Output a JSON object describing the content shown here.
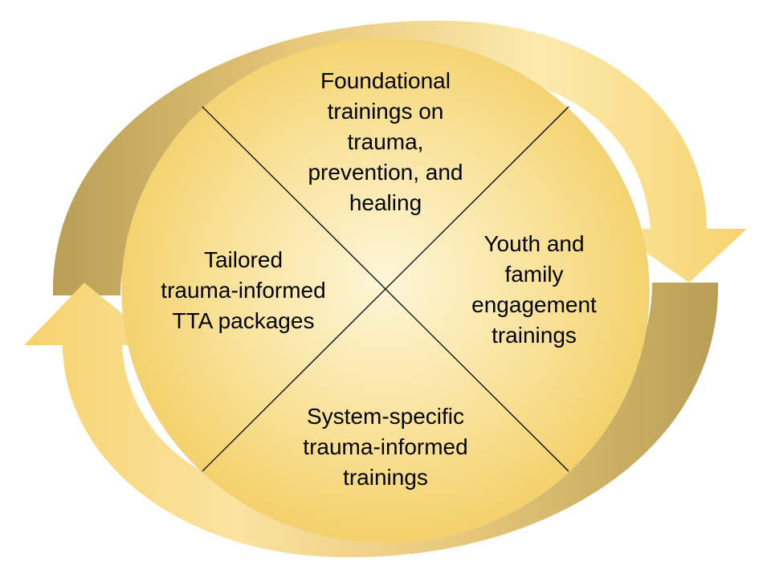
{
  "colors": {
    "circle_center": "#FEF2C7",
    "circle_edge": "#F5D26A",
    "arrow_light": "#FBE08C",
    "arrow_dark": "#BFA45A",
    "divider_line": "#000000",
    "text": "#000000"
  },
  "diagram": {
    "segments": {
      "top": "Foundational\ntrainings on\ntrauma,\nprevention, and\nhealing",
      "right": "Youth and\nfamily\nengagement\ntrainings",
      "bottom": "System-specific\ntrauma-informed\ntrainings",
      "left": "Tailored\ntrauma-informed\nTTA packages"
    }
  }
}
